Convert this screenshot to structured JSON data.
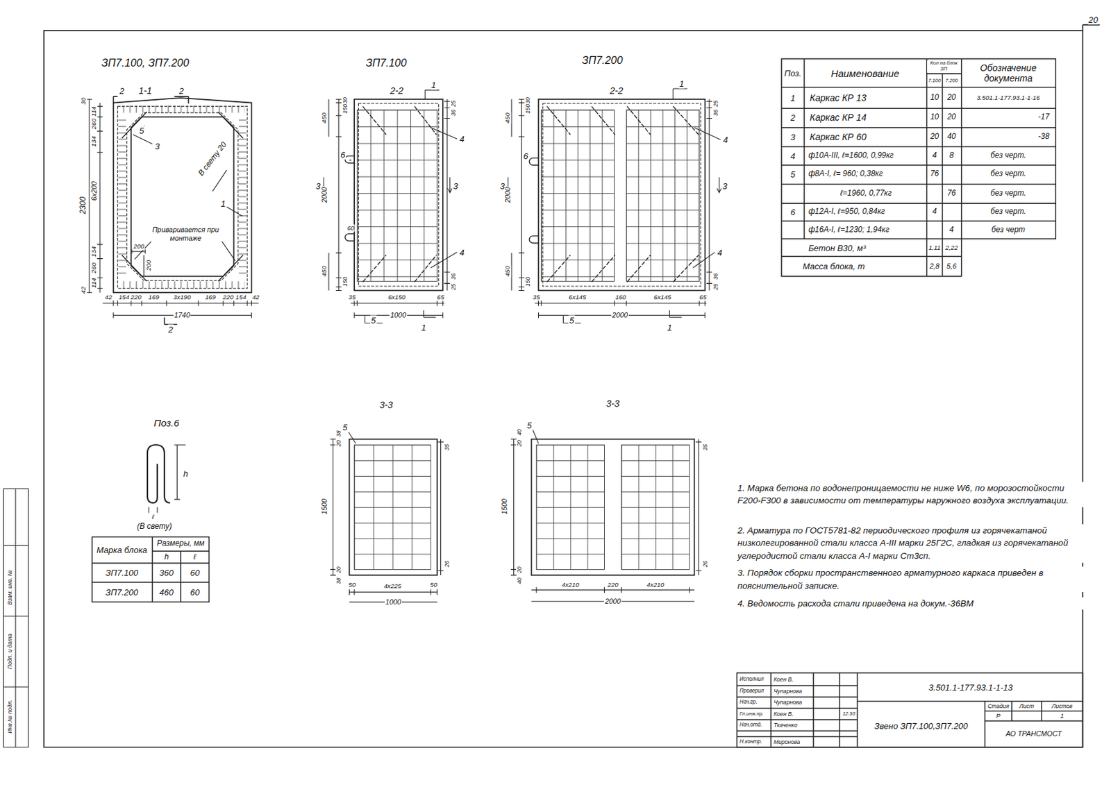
{
  "diagram": {
    "labels": [
      "20",
      "ЗП7.100, ЗП7.200",
      "ЗП7.100",
      "ЗП7.200",
      "2",
      "1-1",
      "2",
      "5",
      "3",
      "В свету 20",
      "1",
      "Приваривается при монтаже",
      "2300",
      "6х200",
      "30",
      "114",
      "260",
      "134",
      "134",
      "260",
      "114",
      "42",
      "200",
      "200",
      "42",
      "154",
      "220",
      "169",
      "3х190",
      "169",
      "220",
      "154",
      "42",
      "1740",
      "2",
      "2-2",
      "1",
      "30",
      "150",
      "450",
      "2000",
      "450",
      "150",
      "6",
      "3",
      "3",
      "4",
      "4",
      "60",
      "25",
      "36",
      "36",
      "25",
      "35",
      "6х150",
      "65",
      "1000",
      "5",
      "1",
      "2-2",
      "1",
      "30",
      "150",
      "450",
      "2000",
      "450",
      "150",
      "6",
      "3",
      "3",
      "4",
      "4",
      "25",
      "36",
      "36",
      "25",
      "35",
      "6х145",
      "160",
      "6х145",
      "65",
      "2000",
      "5",
      "1",
      "3-3",
      "5",
      "38",
      "20",
      "1500",
      "20",
      "38",
      "35",
      "26",
      "50",
      "4х225",
      "50",
      "1000",
      "3-3",
      "5",
      "40",
      "20",
      "1500",
      "20",
      "40",
      "35",
      "26",
      "4х210",
      "220",
      "4х210",
      "2000",
      "Поз.6",
      "h",
      "ℓ",
      "(В свету)",
      "Марка блока",
      "Размеры, мм",
      "h",
      "ℓ",
      "ЗП7.100",
      "360",
      "60",
      "ЗП7.200",
      "460",
      "60",
      "Поз.",
      "Наименование",
      "Кол на блок ЗП",
      "7.100",
      "7.200",
      "Обозначение документа",
      "1",
      "Каркас КР 13",
      "10",
      "20",
      "3.501.1-177.93.1-1-16",
      "2",
      "Каркас КР 14",
      "10",
      "20",
      "-17",
      "3",
      "Каркас КР 60",
      "20",
      "40",
      "-38",
      "4",
      "ф10А-III, ℓ=1600, 0,99кг",
      "4",
      "8",
      "без черт.",
      "5",
      "ф8А-I, ℓ= 960; 0,38кг",
      "76",
      "без черт.",
      "ℓ=1960, 0,77кг",
      "76",
      "без черт.",
      "6",
      "ф12А-I, ℓ=950, 0,84кг",
      "4",
      "без черт.",
      "ф16А-I, ℓ=1230; 1,94кг",
      "4",
      "без черт",
      "Бетон В30, м³",
      "1,11",
      "2,22",
      "Масса блока, т",
      "2,8",
      "5,6",
      "1. Марка бетона по водонепроницаемости не ниже W6, по морозостойкости F200-F300 в зависимости от температуры наружного воздуха эксплуатации.",
      "2. Арматура по ГОСТ5781-82 периодического профиля из горячекатаной низколегированной стали класса А-III марки 25Г2С, гладкая из горячекатаной углеродистой стали класса А-I марки Ст3сп.",
      "3. Порядок сборки пространственного арматурного каркаса приведен в пояснительной записке.",
      "4. Ведомость расхода стали приведена на докум.-36ВМ",
      "Исполнил",
      "Коен В.",
      "Проверил",
      "Чупарнова",
      "Нач.гр.",
      "Чупарнова",
      "Гл.инж.пр.",
      "Коен В.",
      "12.93",
      "Нач.отд.",
      "Ткаченко",
      "Н.контр.",
      "Миронова",
      "3.501.1-177.93.1-1-13",
      "Стадия",
      "Лист",
      "Листов",
      "Р",
      "1",
      "Звено ЗП7.100,ЗП7.200",
      "АО ТРАНСМОСТ",
      "Инв.№ подл.",
      "Подп. и дата",
      "Взам. инв. №"
    ]
  }
}
